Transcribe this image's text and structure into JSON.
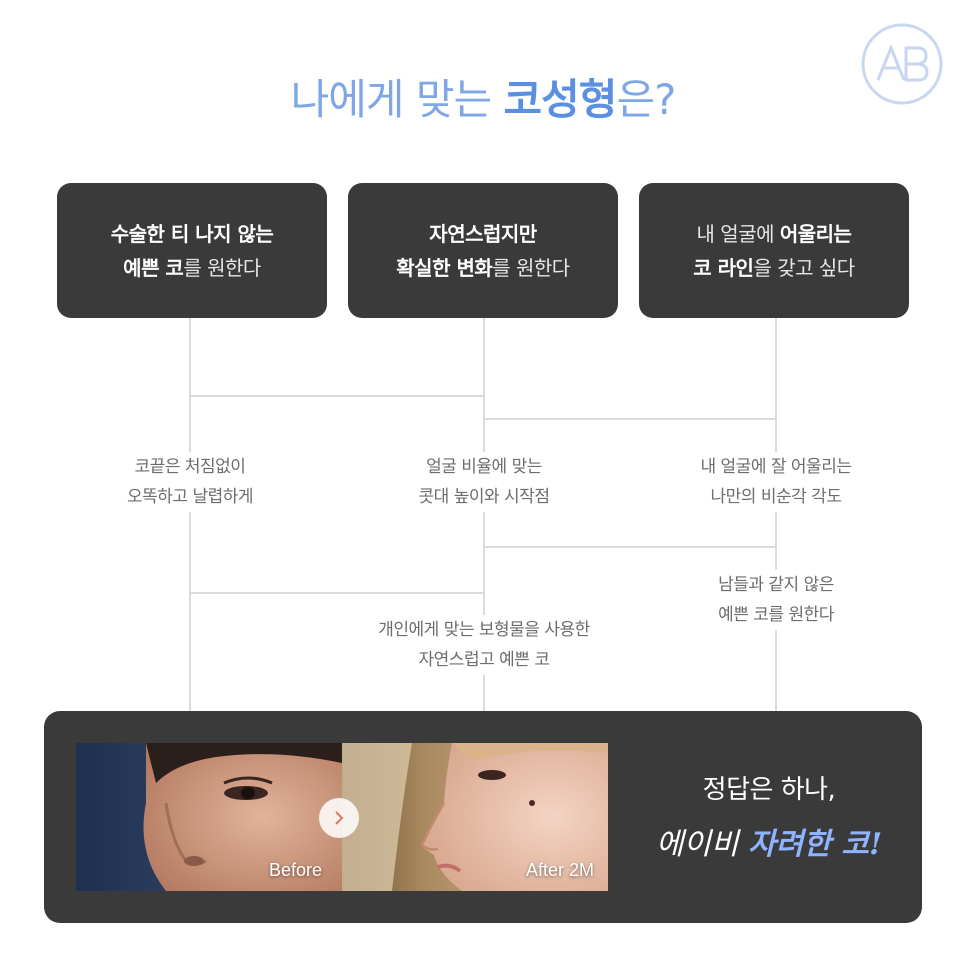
{
  "logo": {
    "text": "AB",
    "color": "#c9d6ef"
  },
  "title": {
    "prefix": "나에게 맞는 ",
    "highlight": "코성형",
    "suffix": "은?"
  },
  "boxes": [
    {
      "line1_bold": "수술한 티 나지 않는",
      "line2_bold": "예쁜 코",
      "line2_normal": "를 원한다"
    },
    {
      "line1_bold": "자연스럽지만",
      "line2_bold": "확실한 변화",
      "line2_normal": "를 원한다"
    },
    {
      "line1_normal": "내 얼굴에 ",
      "line1_bold": "어울리는",
      "line2_bold": "코 라인",
      "line2_normal": "을 갖고 싶다"
    }
  ],
  "captions": {
    "c1": {
      "line1": "코끝은 처짐없이",
      "line2": "오똑하고 날렵하게"
    },
    "c2": {
      "line1": "얼굴 비율에 맞는",
      "line2": "콧대 높이와 시작점"
    },
    "c3": {
      "line1": "내 얼굴에 잘 어울리는",
      "line2": "나만의 비순각 각도"
    },
    "c4": {
      "line1": "남들과 같지 않은",
      "line2": "예쁜 코를 원한다"
    },
    "c5": {
      "line1": "개인에게 맞는 보형물을 사용한",
      "line2": "자연스럽고 예쁜 코"
    }
  },
  "panel": {
    "before_label": "Before",
    "after_label": "After 2M",
    "answer_line1": "정답은 하나,",
    "answer_brand": "에이비",
    "answer_highlight": "자려한 코!",
    "accent": "#8fb4ff"
  },
  "colors": {
    "title": "#7fa7e6",
    "box_bg": "#3a3a3a",
    "connector": "#cfcfcf"
  }
}
